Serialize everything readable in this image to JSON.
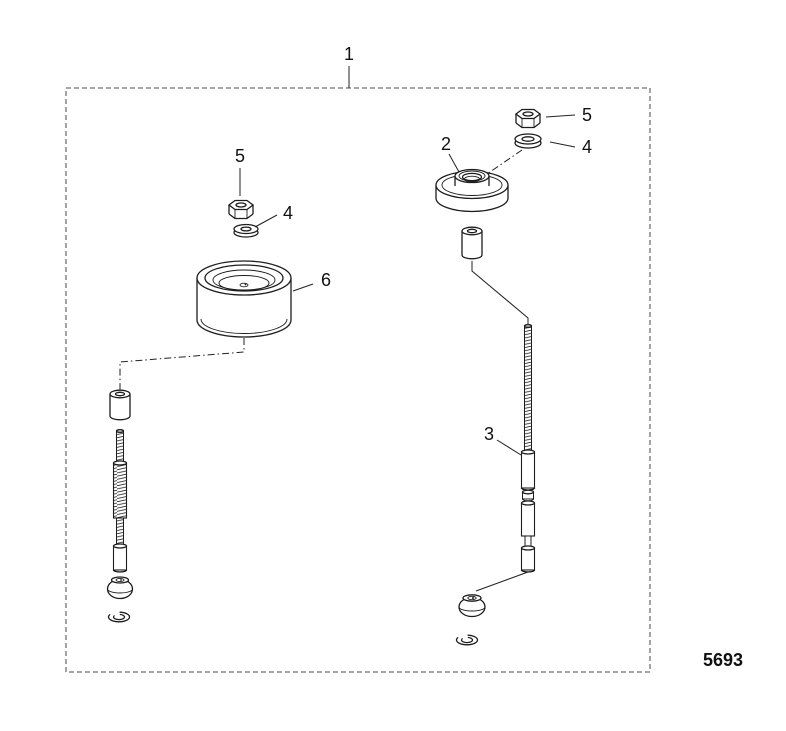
{
  "figure": {
    "code": "5693"
  },
  "callouts": {
    "assembly": "1",
    "upper_mount": "2",
    "stud": "3",
    "washer": "4",
    "locknut": "5",
    "lower_mount_cup": "6"
  },
  "colors": {
    "ink": "#1d1d1d",
    "background": "#ffffff",
    "border": "#4a4a4a"
  }
}
